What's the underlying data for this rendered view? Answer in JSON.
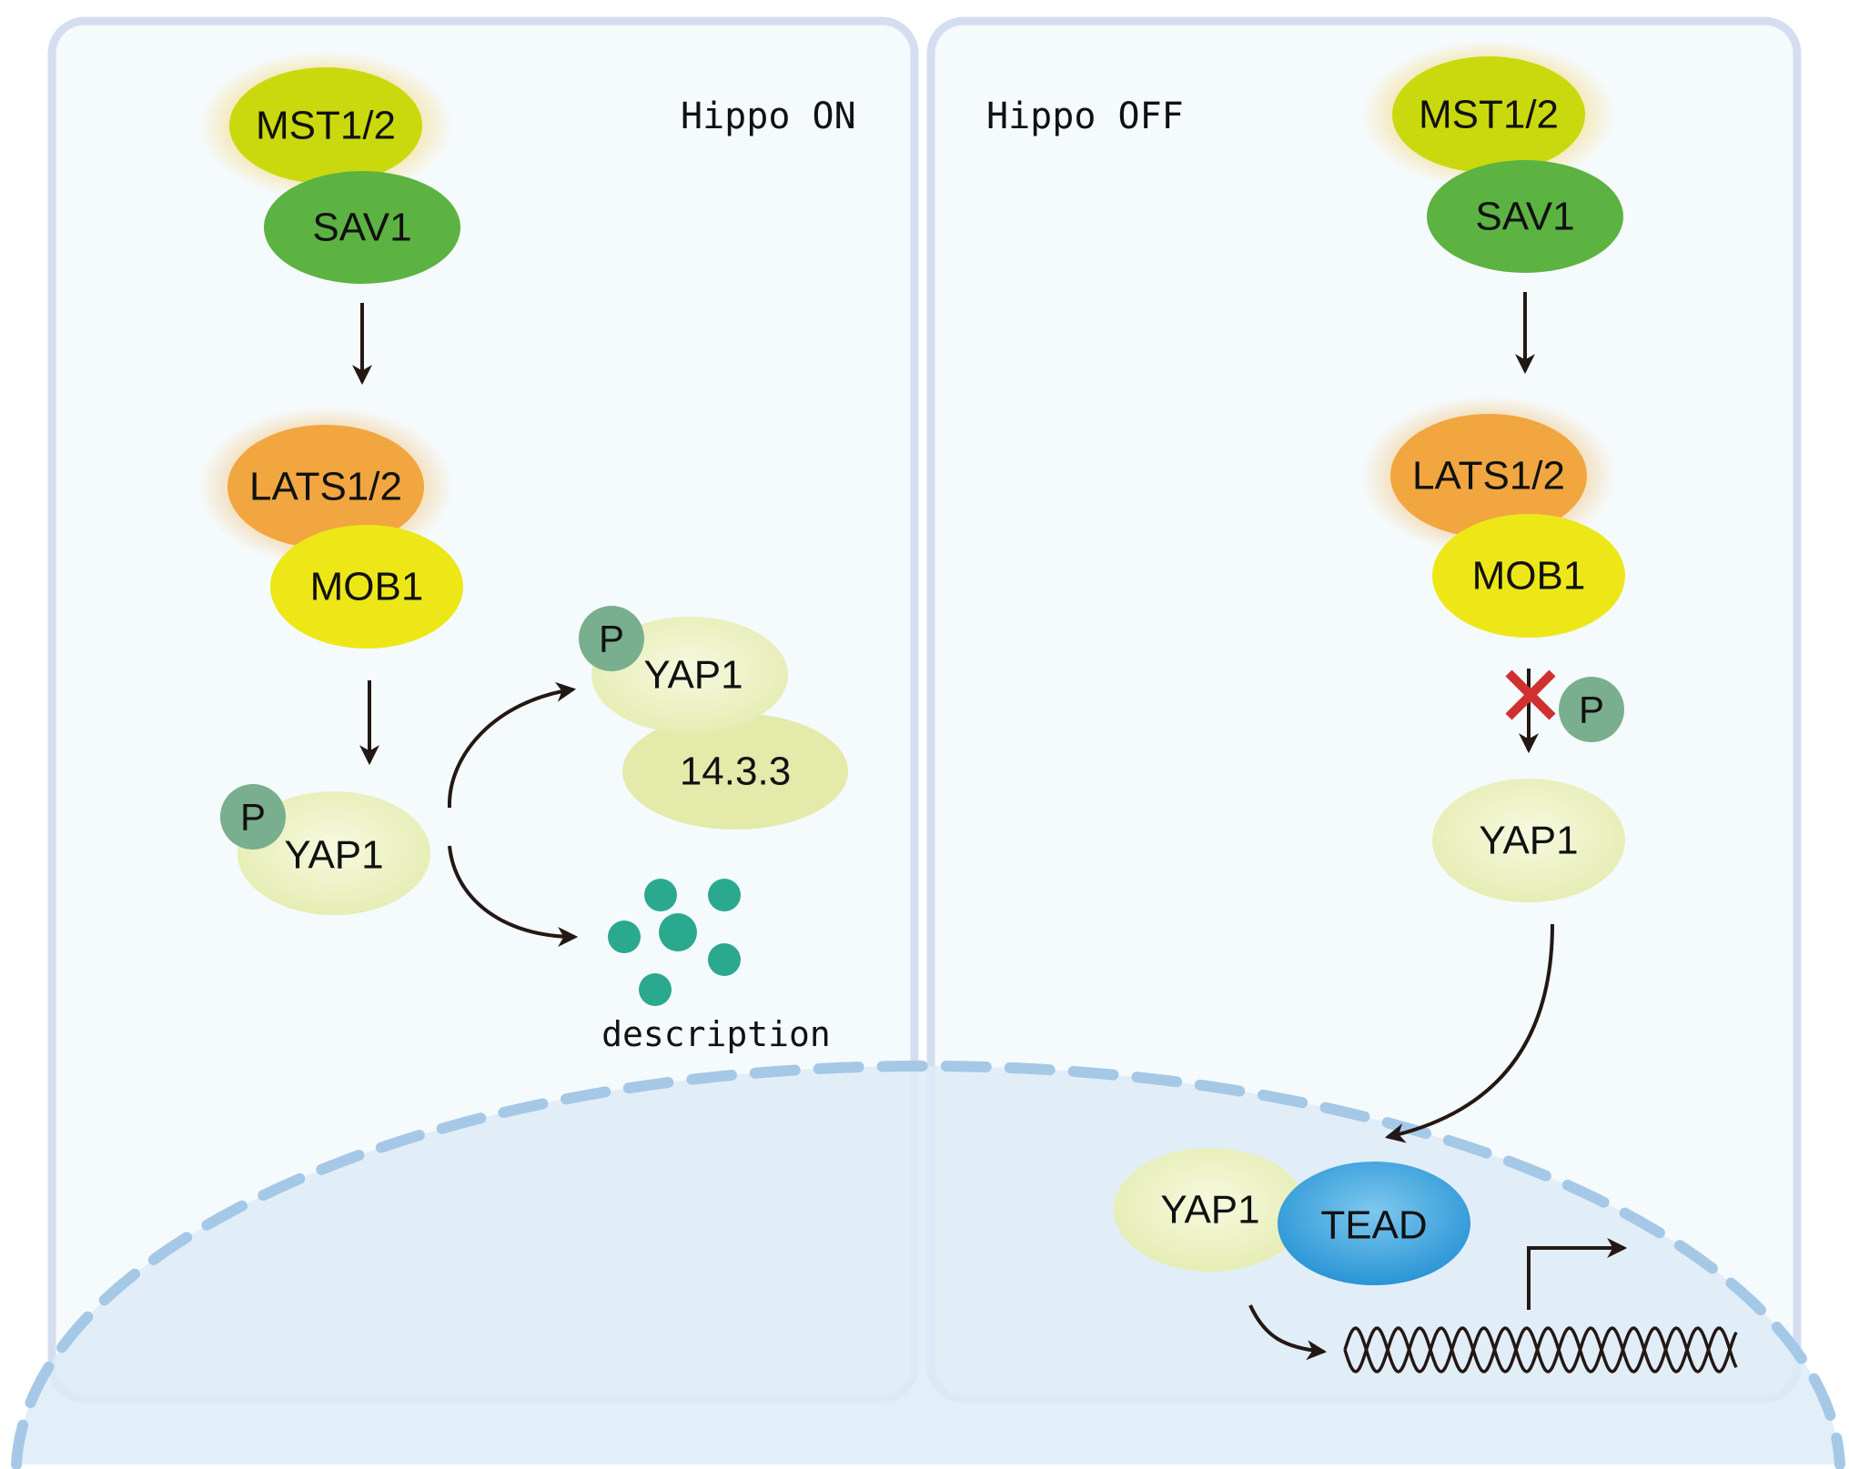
{
  "panels": {
    "left_title": "Hippo ON",
    "right_title": "Hippo OFF"
  },
  "proteins": {
    "mst": "MST1/2",
    "sav": "SAV1",
    "lats": "LATS1/2",
    "mob": "MOB1",
    "yap": "YAP1",
    "p": "P",
    "p1433": "14.3.3",
    "tead": "TEAD"
  },
  "degradation_label": "description",
  "colors": {
    "panel_bg": "#f5fafc",
    "panel_border": "#d5def0",
    "nucleus_fill": "#ddebf7",
    "nucleus_border": "#a5c8e6",
    "mst": "#cad90d",
    "sav": "#5cb342",
    "lats": "#f1a640",
    "mob": "#ede718",
    "yap": "#eaf0b7",
    "p_circle": "#79ae8f",
    "p1433": "#e3eaaa",
    "tead": "#41a8e3",
    "dots": "#2aa98f",
    "block_x": "#d0302f"
  }
}
